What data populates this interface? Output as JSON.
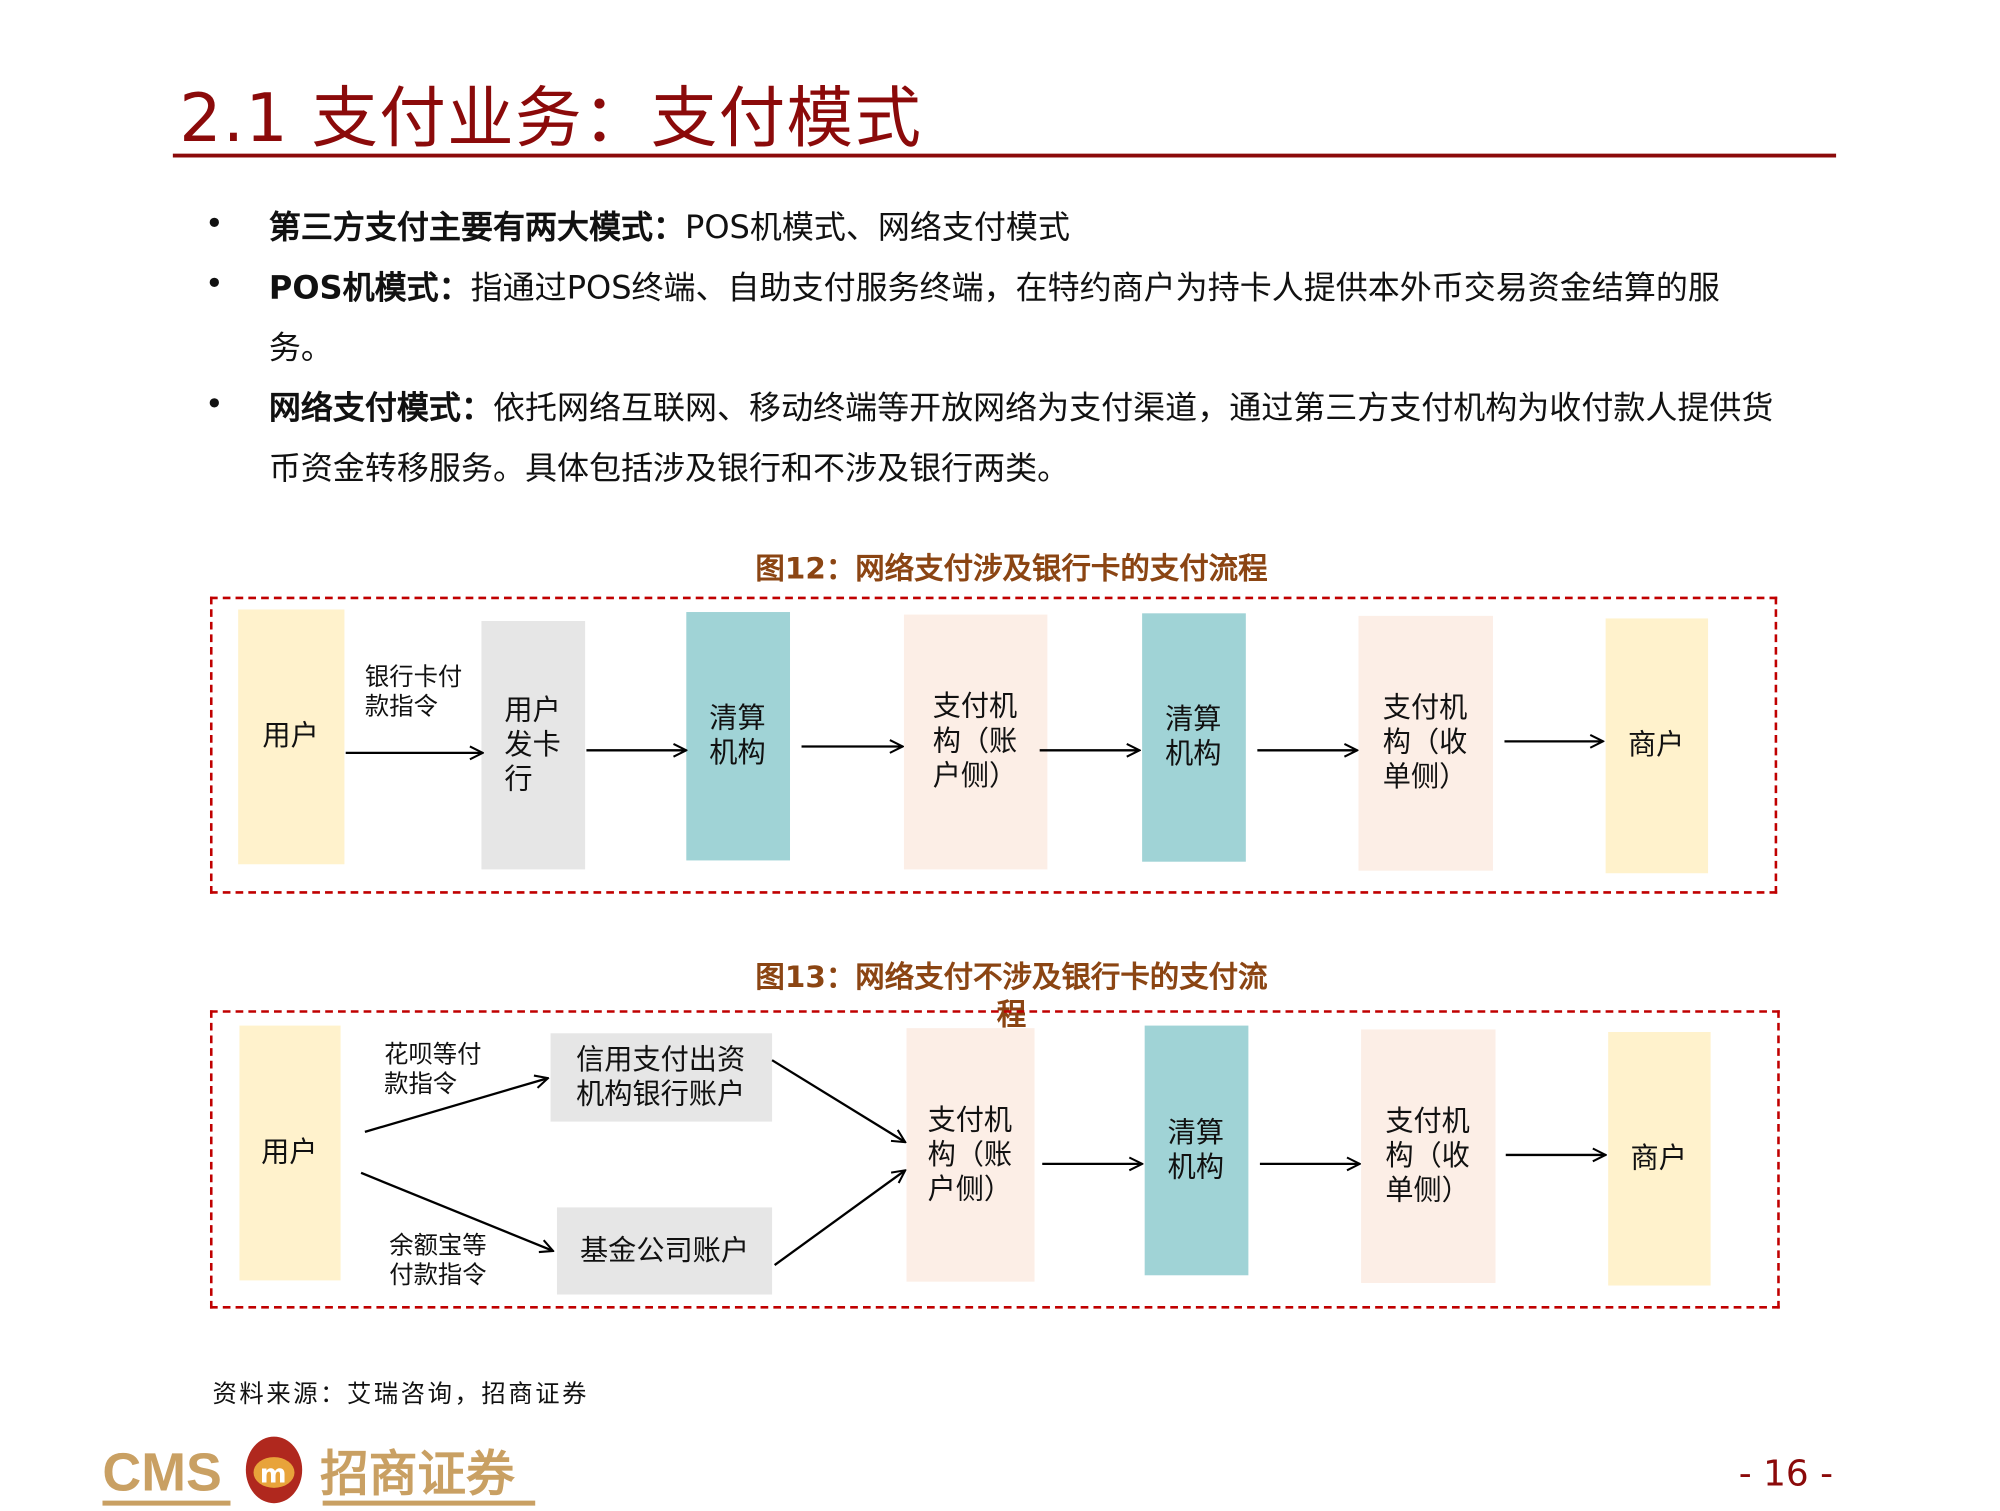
{
  "header": {
    "title": "2.1  支付业务：支付模式"
  },
  "bullets": [
    {
      "bold": "第三方支付主要有两大模式：",
      "text": "POS机模式、网络支付模式"
    },
    {
      "bold": "POS机模式：",
      "text": "指通过POS终端、自助支付服务终端，在特约商户为持卡人提供本外币交易资金结算的服务。"
    },
    {
      "bold": "网络支付模式：",
      "text": "依托网络互联网、移动终端等开放网络为支付渠道，通过第三方支付机构为收付款人提供货币资金转移服务。具体包括涉及银行和不涉及银行两类。"
    }
  ],
  "fig12": {
    "title": "图12：网络支付涉及银行卡的支付流程",
    "edge_label": "银行卡付款指令",
    "nodes": [
      "用户",
      "用户发卡行",
      "清算机构",
      "支付机构（账户侧）",
      "清算机构",
      "支付机构（收单侧）",
      "商户"
    ]
  },
  "fig13": {
    "title": "图13：网络支付不涉及银行卡的支付流程",
    "edge_label_top": "花呗等付款指令",
    "edge_label_bottom": "余额宝等付款指令",
    "nodes": {
      "user": "用户",
      "credit": "信用支付出资机构银行账户",
      "fund": "基金公司账户",
      "pay_account": "支付机构（账户侧）",
      "clearing": "清算机构",
      "pay_acquire": "支付机构（收单侧）",
      "merchant": "商户"
    }
  },
  "footer": {
    "source": "资料来源：艾瑞咨询，招商证券",
    "logo_text": "CMS 招商证券",
    "page": "- 16 -"
  },
  "colors": {
    "title": "#8B0A0A",
    "figure_title": "#8B4513",
    "frame": "#C00000",
    "yellow": "#FFF2CC",
    "gray": "#E6E6E6",
    "teal": "#A0D3D6",
    "peach": "#FCEEE6",
    "logo": "#C9A063"
  }
}
